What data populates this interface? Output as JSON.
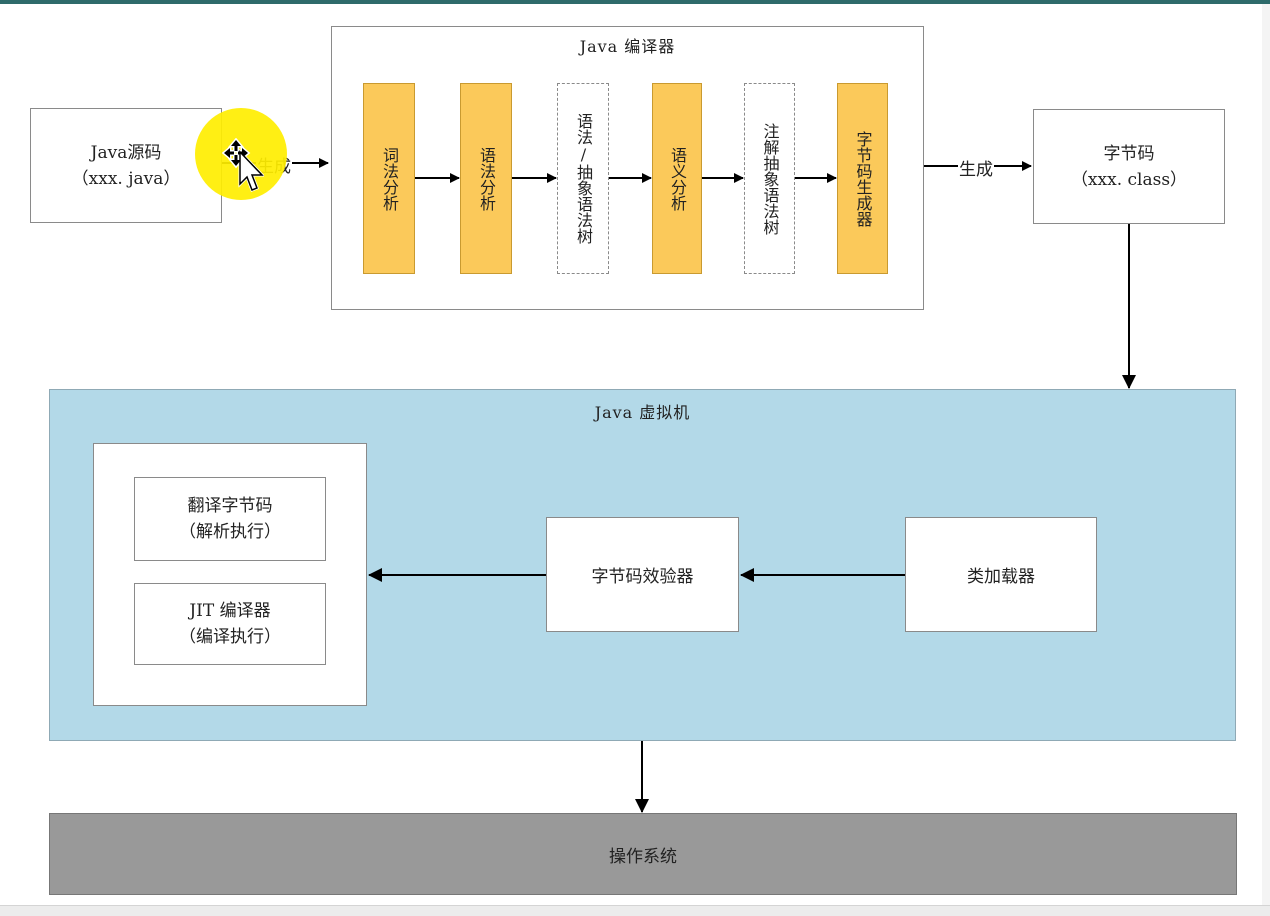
{
  "compiler": {
    "title": "Java 编译器",
    "stages": [
      {
        "label": "词法分析",
        "style": "solid"
      },
      {
        "label": "语法分析",
        "style": "solid"
      },
      {
        "label": "语法/抽象语法树",
        "style": "dashed"
      },
      {
        "label": "语义分析",
        "style": "solid"
      },
      {
        "label": "注解抽象语法树",
        "style": "dashed"
      },
      {
        "label": "字节码生成器",
        "style": "solid"
      }
    ]
  },
  "source": {
    "line1": "Java源码",
    "line2": "（xxx. java）"
  },
  "bytecode": {
    "line1": "字节码",
    "line2": "（xxx. class）"
  },
  "edges": {
    "generate_left": "生成",
    "generate_right": "生成"
  },
  "jvm": {
    "title": "Java 虚拟机",
    "interpret": {
      "line1": "翻译字节码",
      "line2": "（解析执行）"
    },
    "jit": {
      "line1": "JIT 编译器",
      "line2": "（编译执行）"
    },
    "verifier": "字节码效验器",
    "loader": "类加载器"
  },
  "os": {
    "label": "操作系统"
  },
  "colors": {
    "stage_fill": "#fbc95a",
    "jvm_fill": "#b3d9e8",
    "os_fill": "#999999",
    "highlight": "#ffee00"
  },
  "icons": {
    "cursor": "move-cursor-icon"
  }
}
